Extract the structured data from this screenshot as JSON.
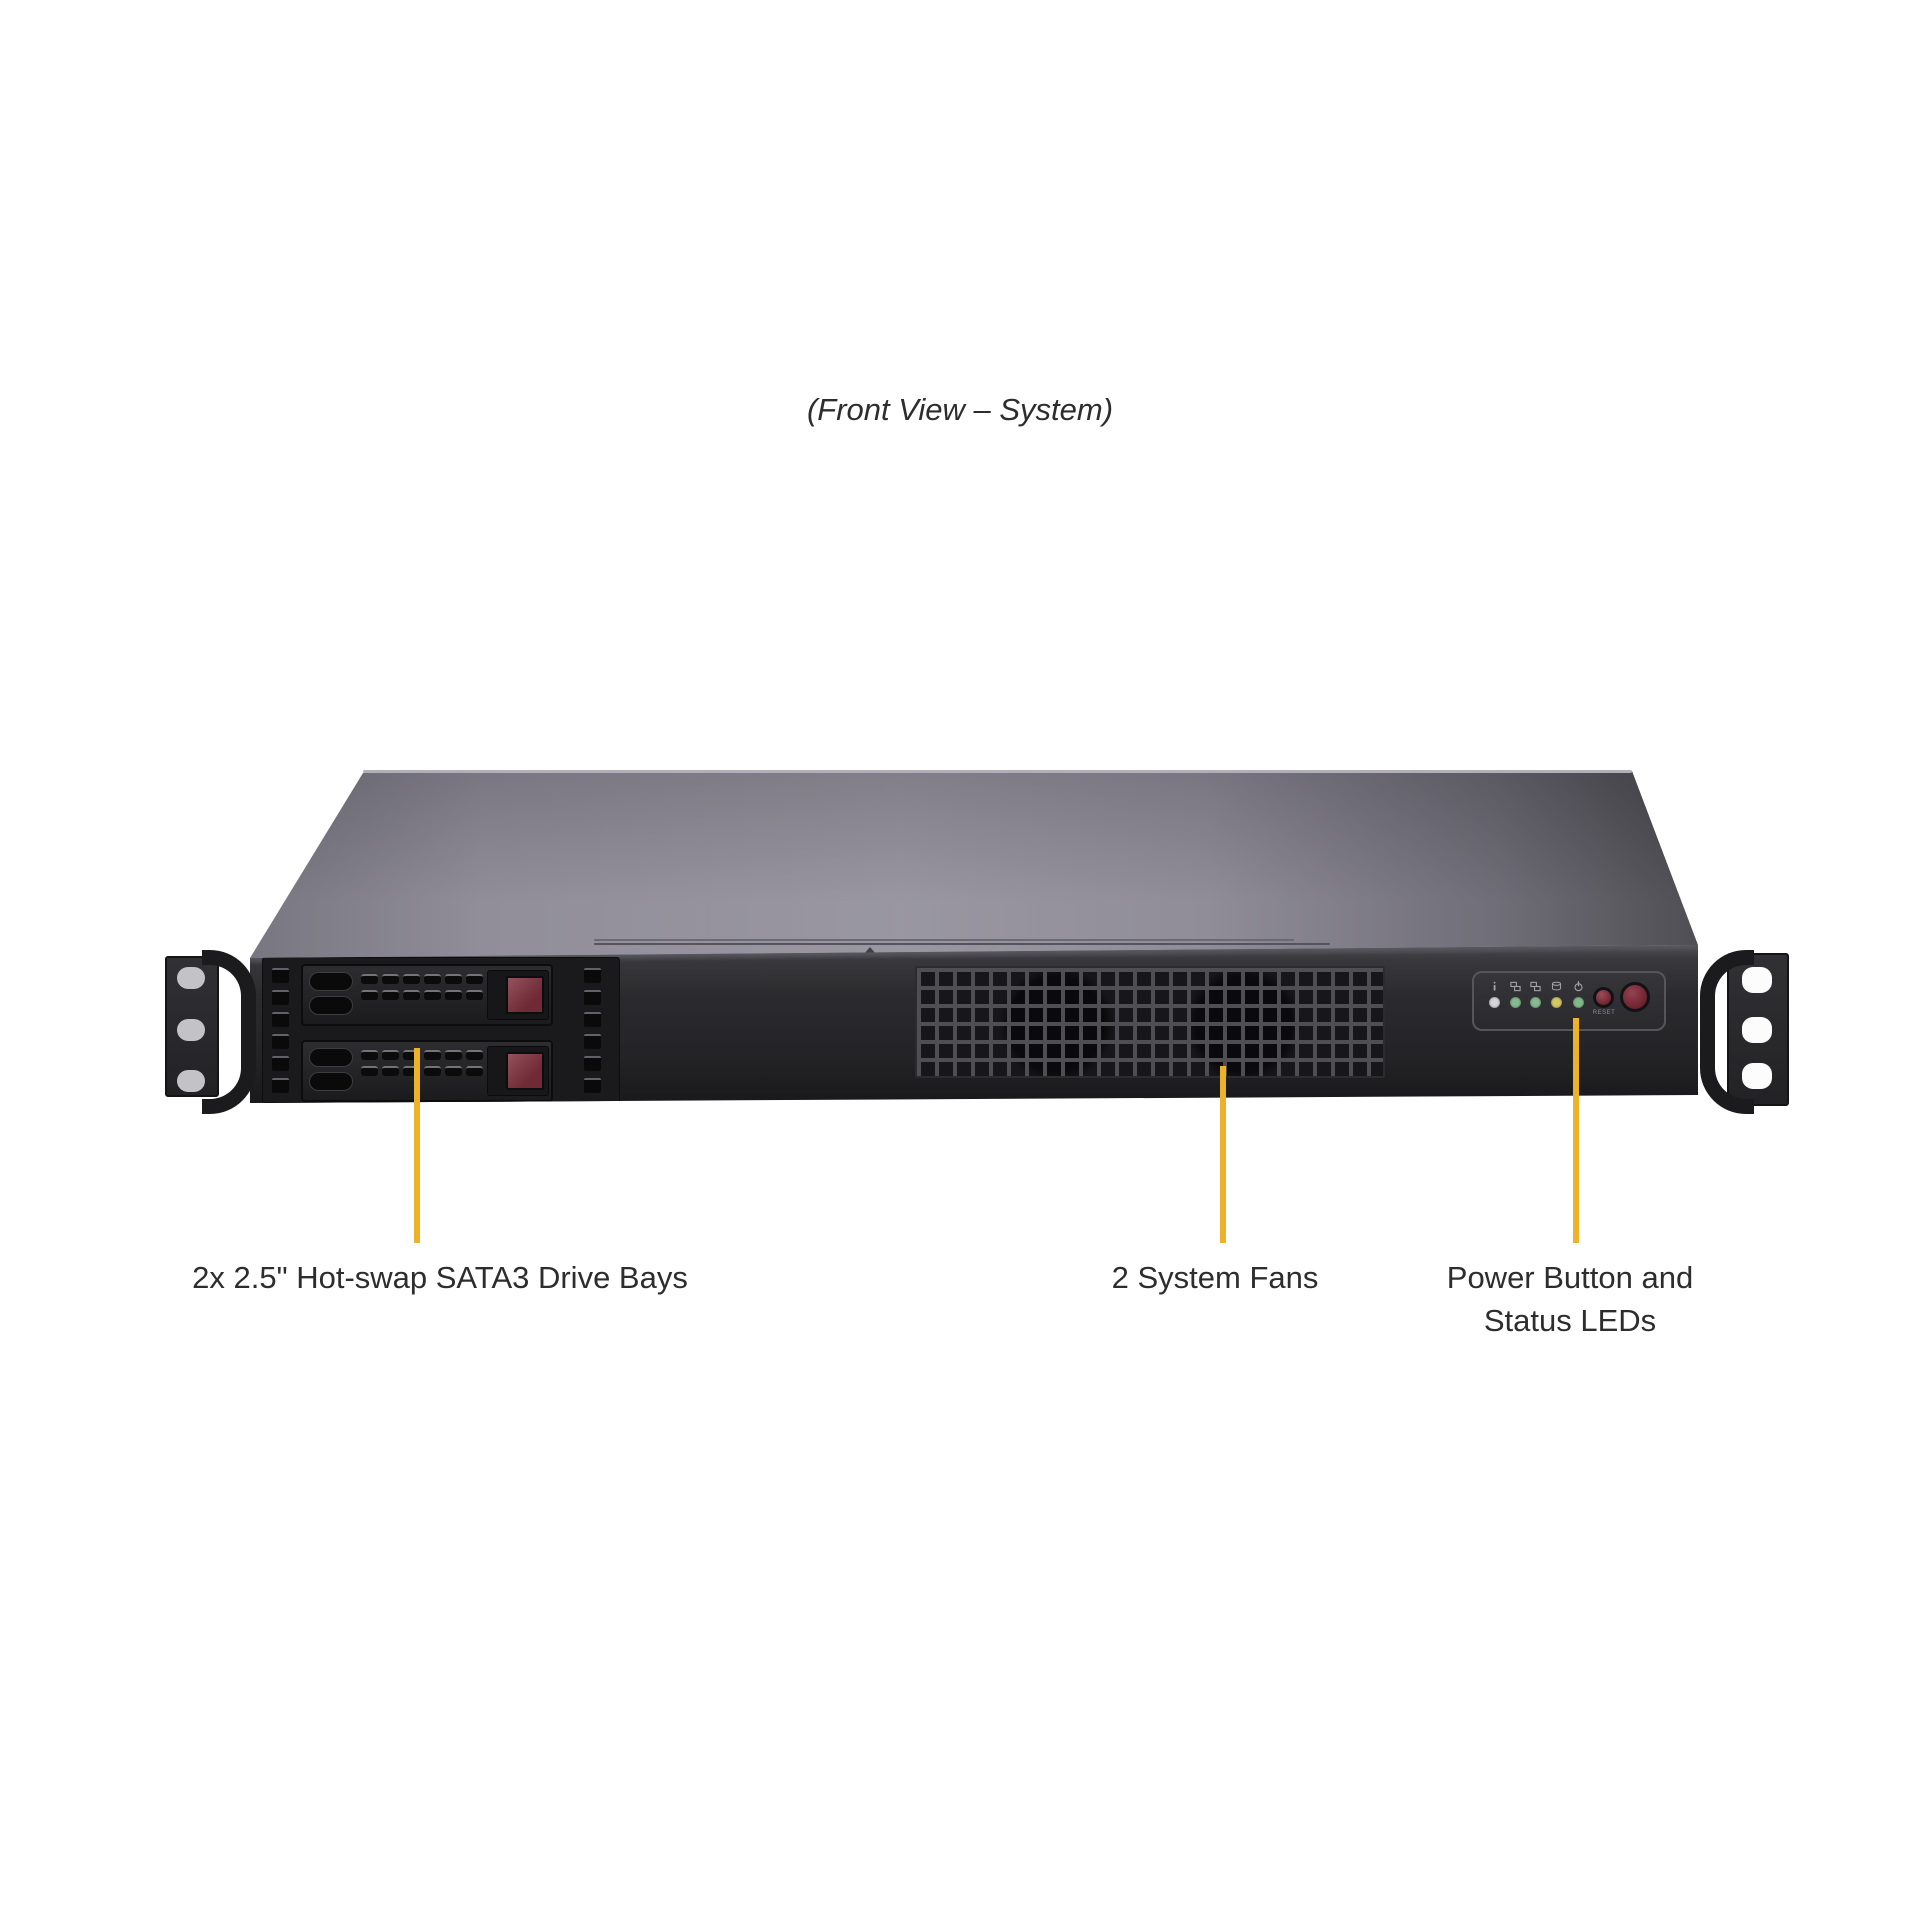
{
  "title": "(Front View – System)",
  "callouts": {
    "drive_bays": {
      "label": "2x 2.5\" Hot-swap SATA3 Drive Bays"
    },
    "system_fans": {
      "label": "2 System Fans"
    },
    "power_status": {
      "line1": "Power Button and",
      "line2": "Status LEDs"
    }
  },
  "colors": {
    "callout_line": "#ecb32a",
    "chassis_top": "#8f8c98",
    "chassis_front": "#242427",
    "drive_latch_red": "#7d3640",
    "text": "#2d2d2d"
  },
  "drive_bays": {
    "tray_count": 2
  },
  "fan_grille": {
    "fan_count": 2
  },
  "control_panel": {
    "reset_button_label": "RESET",
    "leds": [
      {
        "name": "info-led",
        "icon": "info-icon",
        "color": "#d7d7db"
      },
      {
        "name": "nic2-led",
        "icon": "network-icon",
        "color": "#86bb90"
      },
      {
        "name": "nic1-led",
        "icon": "network-icon",
        "color": "#86bb90"
      },
      {
        "name": "hdd-led",
        "icon": "hdd-icon",
        "color": "#d3c766"
      },
      {
        "name": "power-led",
        "icon": "power-icon",
        "color": "#82ba8c"
      }
    ]
  }
}
